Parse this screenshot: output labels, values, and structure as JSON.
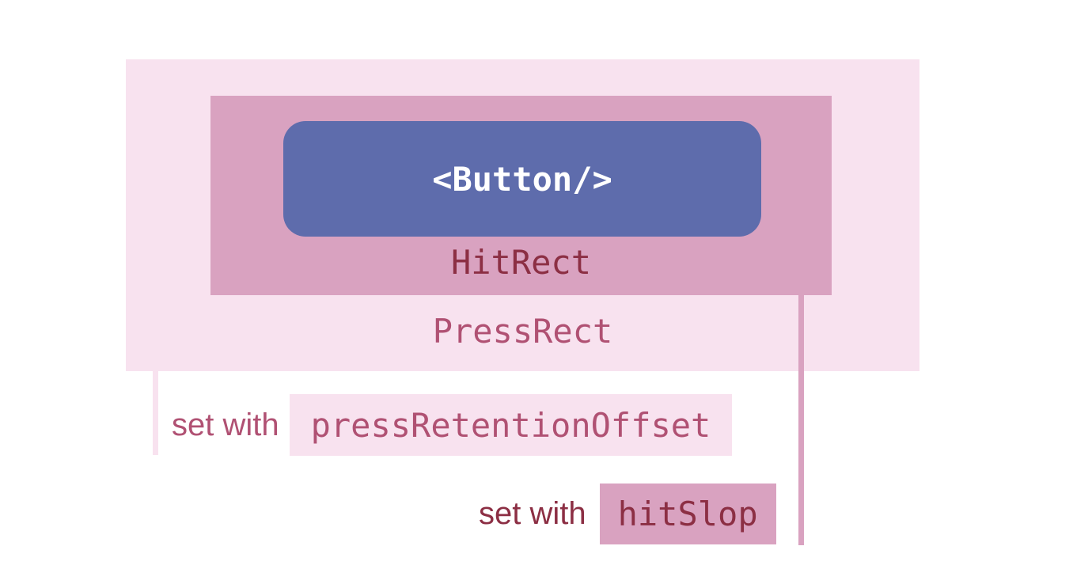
{
  "diagram": {
    "press_rect": {
      "label": "PressRect"
    },
    "hit_rect": {
      "label": "HitRect"
    },
    "button": {
      "label": "<Button/>"
    },
    "annotations": {
      "press_retention": {
        "prefix": "set with",
        "code": "pressRetentionOffset"
      },
      "hit_slop": {
        "prefix": "set with",
        "code": "hitSlop"
      }
    }
  },
  "colors": {
    "press-rect-bg": "#f8e2ef",
    "hit-rect-bg": "#d9a2c0",
    "button-bg": "#5e6cac",
    "button-text": "#ffffff",
    "dark-text": "#8c2f44",
    "light-text": "#b05173",
    "page-bg": "#ffffff"
  }
}
